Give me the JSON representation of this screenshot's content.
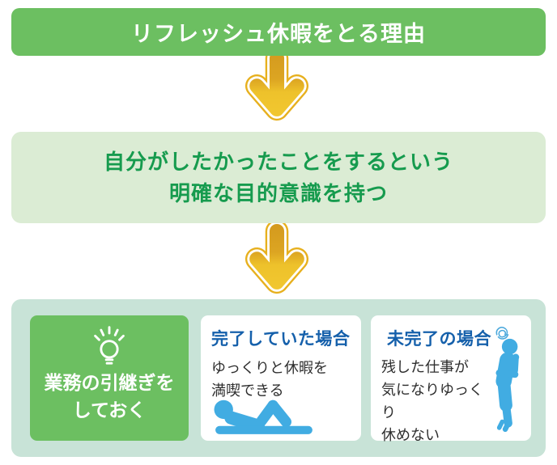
{
  "title_banner": {
    "text": "リフレッシュ休暇をとる理由"
  },
  "purpose_banner": {
    "line1": "自分がしたかったことをするという",
    "line2": "明確な目的意識を持つ"
  },
  "bottom_panel": {
    "handover_card": {
      "line1": "業務の引継ぎを",
      "line2": "しておく",
      "icon": "lightbulb-icon"
    },
    "completed_card": {
      "title": "完了していた場合",
      "line1": "ゆっくりと休暇を",
      "line2": "満喫できる",
      "icon": "person-lying-icon"
    },
    "incomplete_card": {
      "title": "未完了の場合",
      "line1": "残した仕事が",
      "line2": "気になりゆっくり",
      "line3": "休めない",
      "icons": [
        "worry-scribble-icon",
        "person-thinking-icon"
      ]
    }
  },
  "colors": {
    "banner_green": "#6cbf61",
    "light_green_bg": "#dbecd4",
    "mint_panel_bg": "#c8e3d7",
    "green_text": "#169b4e",
    "blue_title": "#1560ab",
    "body_text": "#2e2e2e",
    "icon_blue": "#41ace2",
    "scribble_blue": "#4aa8dc",
    "arrow_gold_dark": "#d49a1e",
    "arrow_gold_light": "#f3ca33",
    "arrow_outline_gold": "#e7b01e",
    "white": "#ffffff"
  }
}
